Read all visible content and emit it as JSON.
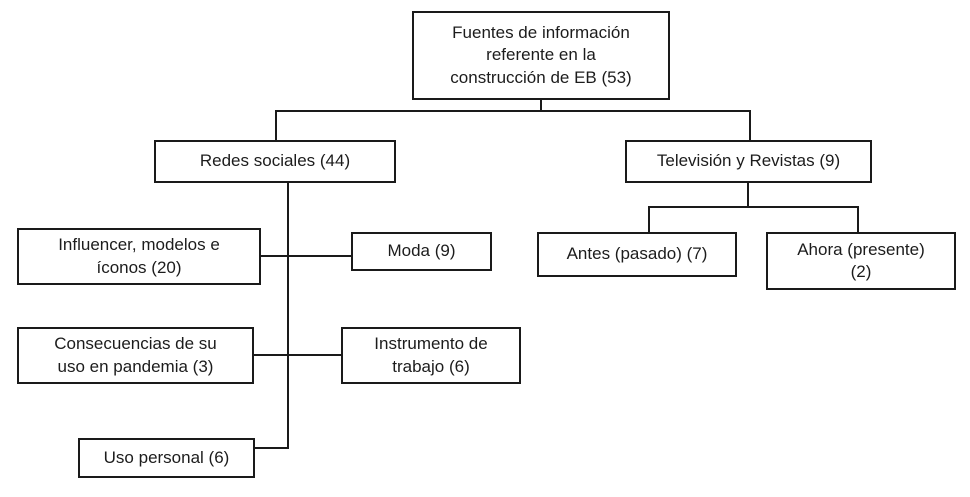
{
  "diagram": {
    "title": "Fuentes de informacion referente en la construccion de EB",
    "type": "hierarchy-tree",
    "line_color": "#1a1a1a",
    "text_color": "#1c1c1c",
    "background_color": "#ffffff",
    "nodes": {
      "root": {
        "label": "Fuentes de información\nreferente en la\nconstrucción de EB (53)",
        "count": 53
      },
      "redes_sociales": {
        "label": "Redes sociales (44)",
        "count": 44
      },
      "television_revistas": {
        "label": "Televisión y Revistas (9)",
        "count": 9
      },
      "influencer": {
        "label": "Influencer, modelos e\níconos (20)",
        "count": 20
      },
      "moda": {
        "label": "Moda (9)",
        "count": 9
      },
      "antes": {
        "label": "Antes (pasado) (7)",
        "count": 7
      },
      "ahora": {
        "label": "Ahora (presente)\n(2)",
        "count": 2
      },
      "consecuencias": {
        "label": "Consecuencias de su\nuso en pandemia (3)",
        "count": 3
      },
      "instrumento": {
        "label": "Instrumento de\ntrabajo (6)",
        "count": 6
      },
      "uso_personal": {
        "label": "Uso personal (6)",
        "count": 6
      }
    }
  }
}
